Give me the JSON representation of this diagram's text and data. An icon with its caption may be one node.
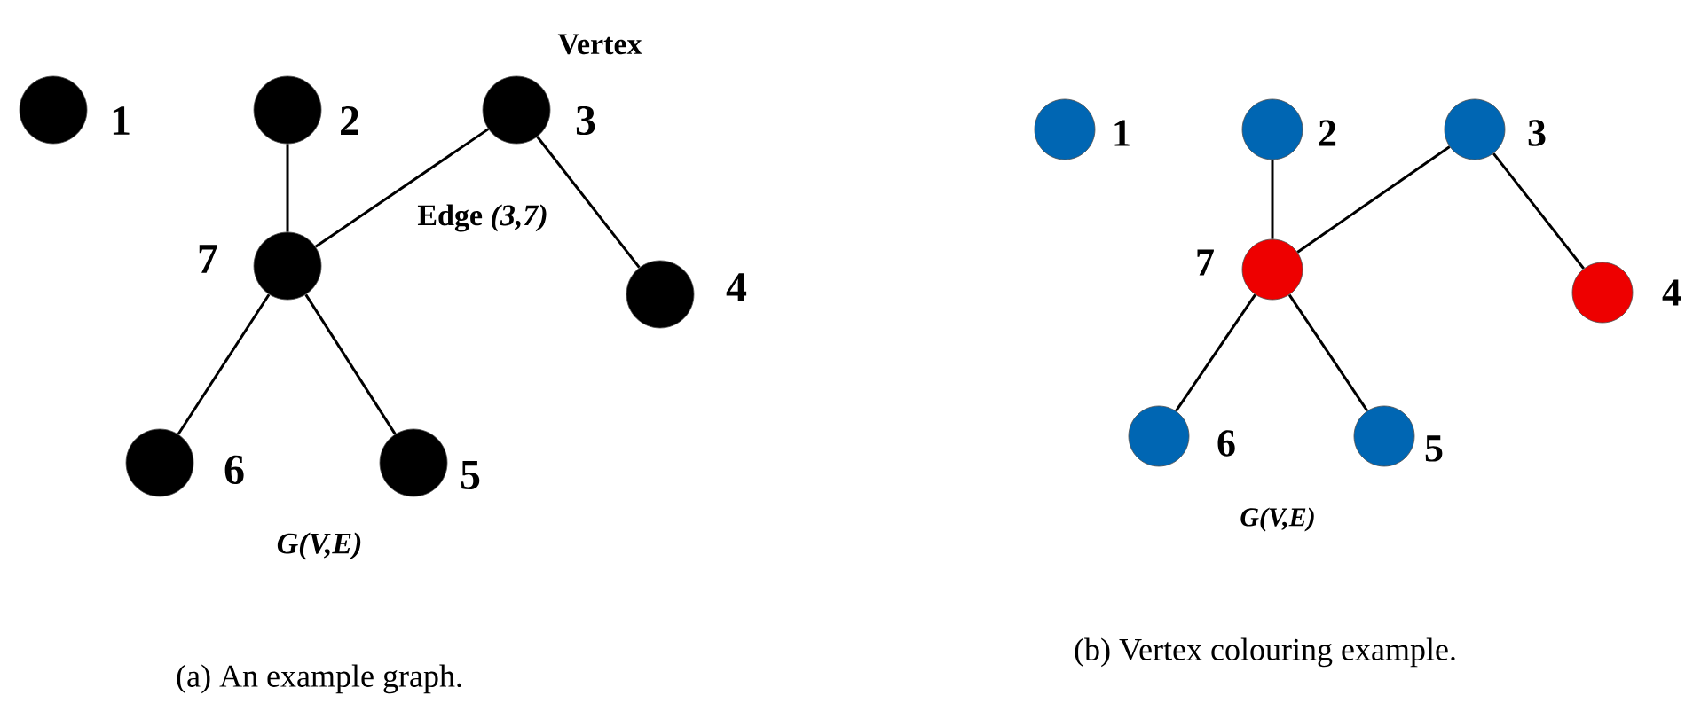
{
  "diagram": {
    "nodes": [
      {
        "text": [],
        "shape": "circle",
        "beside": [
          "1"
        ]
      },
      {
        "text": [],
        "shape": "circle",
        "beside": [
          "2"
        ]
      },
      {
        "text": [],
        "shape": "circle",
        "beside": [
          "3"
        ]
      },
      {
        "text": [],
        "shape": "circle",
        "beside": [
          "4"
        ]
      },
      {
        "text": [],
        "shape": "circle",
        "beside": [
          "5"
        ]
      },
      {
        "text": [],
        "shape": "circle",
        "beside": [
          "6"
        ]
      },
      {
        "text": [],
        "shape": "circle",
        "beside": [
          "7"
        ]
      },
      {
        "text": [],
        "shape": "circle",
        "beside": [
          "1"
        ]
      },
      {
        "text": [],
        "shape": "circle",
        "beside": [
          "2"
        ]
      },
      {
        "text": [],
        "shape": "circle",
        "beside": [
          "3"
        ]
      },
      {
        "text": [],
        "shape": "circle",
        "beside": [
          "4"
        ]
      },
      {
        "text": [],
        "shape": "circle",
        "beside": [
          "5"
        ]
      },
      {
        "text": [],
        "shape": "circle",
        "beside": [
          "6"
        ]
      },
      {
        "text": [],
        "shape": "circle",
        "beside": [
          "7"
        ]
      }
    ],
    "edges": [
      {
        "from": 1,
        "to": 6,
        "arrow": "none"
      },
      {
        "from": 2,
        "to": 6,
        "arrow": "none",
        "label": "Edge *(3,7)*"
      },
      {
        "from": 2,
        "to": 3,
        "arrow": "none"
      },
      {
        "from": 6,
        "to": 5,
        "arrow": "none"
      },
      {
        "from": 6,
        "to": 4,
        "arrow": "none"
      },
      {
        "from": 8,
        "to": 13,
        "arrow": "none"
      },
      {
        "from": 9,
        "to": 13,
        "arrow": "none"
      },
      {
        "from": 9,
        "to": 10,
        "arrow": "none"
      },
      {
        "from": 13,
        "to": 12,
        "arrow": "none"
      },
      {
        "from": 13,
        "to": 11,
        "arrow": "none"
      }
    ],
    "labels": [
      "Vertex",
      "G(V,E)",
      "(a) An example graph.",
      "G(V,E)",
      "(b) Vertex colouring example."
    ]
  }
}
